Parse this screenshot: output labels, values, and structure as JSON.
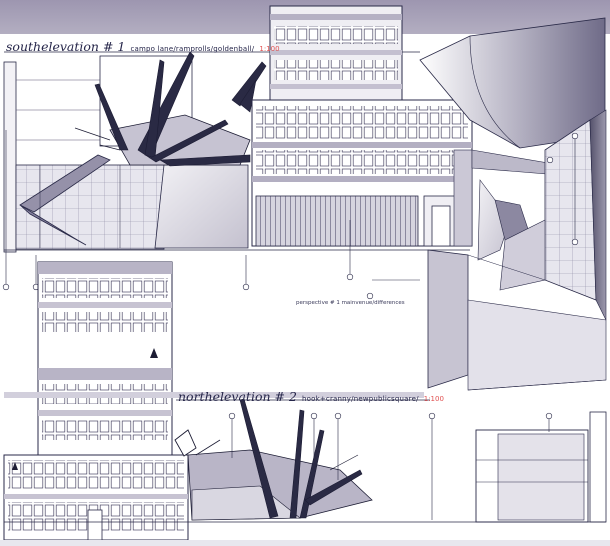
{
  "south_elevation": {
    "title": "southelevation # 1",
    "subtitle": "campo lane/ramprolls/goldenball/",
    "scale": "1:100"
  },
  "north_elevation": {
    "title": "northelevation # 2",
    "subtitle": "hook+cranny/newpublicsquare/",
    "scale": "1:100"
  },
  "perspective_note": "perspective # 1 mainvenue/differences",
  "colors": {
    "paper": "#ffffff",
    "ink": "#2a2a48",
    "lavender_band": "#a7a1b7",
    "scale_red": "#e05050"
  }
}
